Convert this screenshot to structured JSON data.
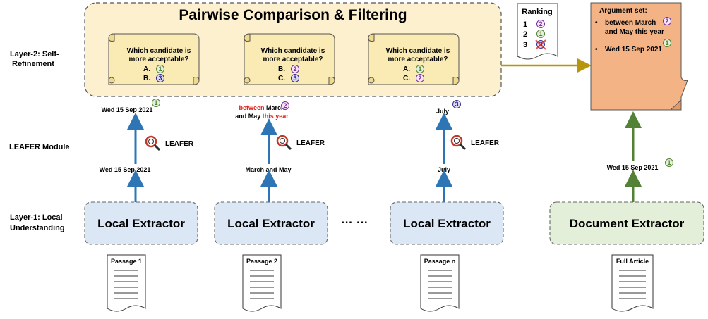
{
  "layer_labels": {
    "layer2_line1": "Layer-2: Self-",
    "layer2_line2": "Refinement",
    "leafer_module": "LEAFER Module",
    "layer1_line1": "Layer-1: Local",
    "layer1_line2": "Understanding"
  },
  "refinement": {
    "title": "Pairwise Comparison & Filtering",
    "question_line1": "Which candidate is",
    "question_line2": "more acceptable?",
    "scrolls": [
      {
        "opt_a": "A.",
        "num_a": "1",
        "opt_b": "B.",
        "num_b": "3"
      },
      {
        "opt_a": "B.",
        "num_a": "2",
        "opt_b": "C.",
        "num_b": "3"
      },
      {
        "opt_a": "A.",
        "num_a": "1",
        "opt_b": "C.",
        "num_b": "2"
      }
    ]
  },
  "ranking": {
    "title": "Ranking",
    "rows": [
      {
        "rank": "1",
        "num": "2"
      },
      {
        "rank": "2",
        "num": "1"
      },
      {
        "rank": "3",
        "num": "3"
      }
    ]
  },
  "argument_set": {
    "title": "Argument set:",
    "item1_line1": "between March",
    "item1_line2": "and May this year",
    "item1_num": "2",
    "item2": "Wed 15 Sep 2021",
    "item2_num": "1"
  },
  "columns": {
    "col1": {
      "refined": "Wed 15 Sep 2021",
      "refined_num": "1",
      "raw": "Wed 15 Sep 2021",
      "leafer": "LEAFER",
      "extractor": "Local Extractor",
      "passage": "Passage 1"
    },
    "col2": {
      "refined_red1": "between",
      "refined_mid": " March",
      "refined_line2_a": "and May ",
      "refined_red2": "this year",
      "refined_num": "2",
      "raw": "March and May",
      "leafer": "LEAFER",
      "extractor": "Local Extractor",
      "passage": "Passage 2"
    },
    "col3": {
      "refined": "July",
      "refined_num": "3",
      "raw": "July",
      "leafer": "LEAFER",
      "extractor": "Local Extractor",
      "passage": "Passage n"
    },
    "col4": {
      "raw": "Wed 15 Sep 2021",
      "raw_num": "1",
      "extractor": "Document Extractor",
      "passage": "Full Article"
    }
  },
  "ellipsis": "… …",
  "colors": {
    "refine_bg": "#fdf0cf",
    "scroll_bg": "#faebb4",
    "extractor_bg": "#dbe7f4",
    "doc_extractor_bg": "#e3efd8",
    "argument_bg": "#f4b385",
    "blue_arrow": "#2e75b6",
    "green_arrow": "#538135",
    "gold_arrow": "#b8960c",
    "red_text": "#e0201b",
    "num1_fill": "#e2f0d9",
    "num1_stroke": "#548235",
    "num2_fill": "#fbe5f3",
    "num2_stroke": "#7030a0",
    "num3_fill": "#dcd9f0",
    "num3_stroke": "#2f2a8f"
  },
  "icons": [
    "magnifier-icon",
    "document-icon",
    "scroll-icon",
    "circled-number-icon",
    "red-cross-icon"
  ]
}
